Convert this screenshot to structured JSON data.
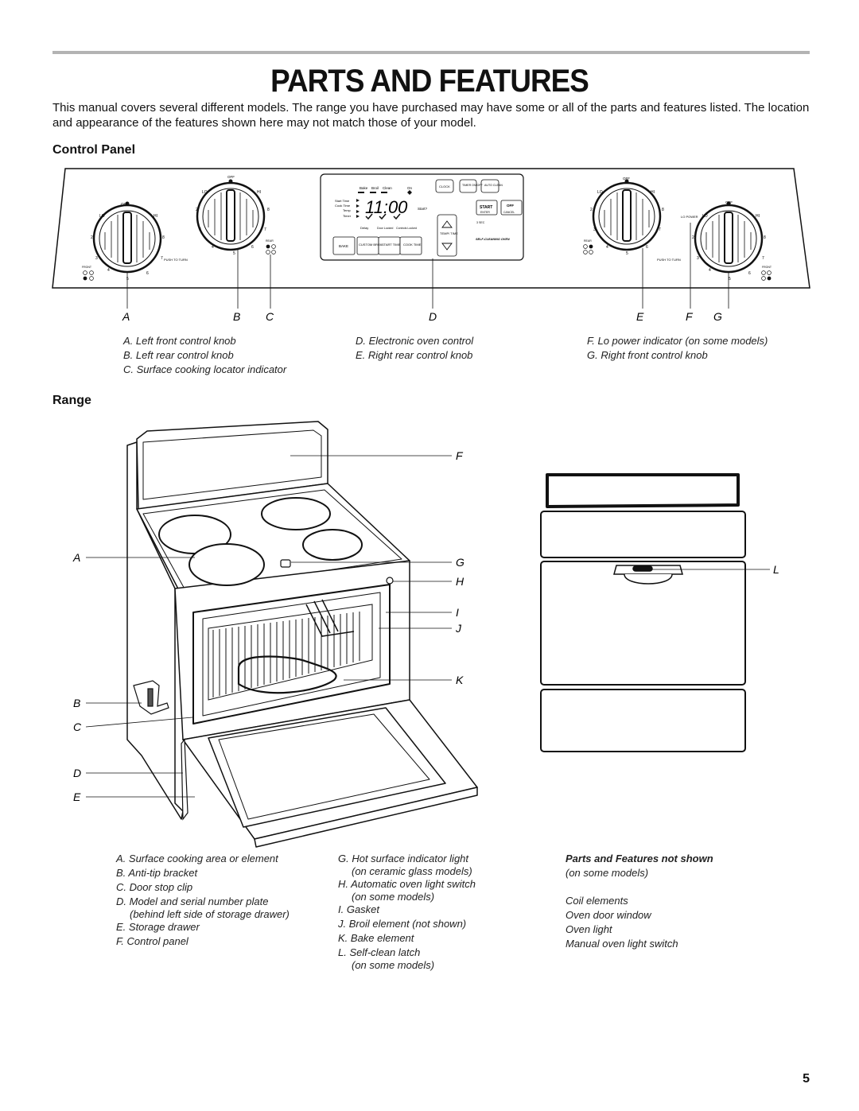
{
  "page": {
    "title": "PARTS AND FEATURES",
    "intro": "This manual covers several different models. The range you have purchased may have some or all of the parts and features listed. The location and appearance of the features shown here may not match those of your model.",
    "page_number": "5"
  },
  "control_panel": {
    "heading": "Control Panel",
    "callouts": [
      "A",
      "B",
      "C",
      "D",
      "E",
      "F",
      "G"
    ],
    "knob_labels": {
      "off": "OFF",
      "lo": "LO",
      "hi": "HI",
      "push_to_turn": "PUSH TO TURN",
      "front": "FRONT",
      "rear": "REAR",
      "lo_power": "LO POWER",
      "numbers": [
        "2",
        "3",
        "4",
        "5",
        "6",
        "7",
        "8"
      ]
    },
    "display": {
      "modes": [
        "Bake",
        "Broil",
        "Clean",
        "On"
      ],
      "left_labels": [
        "Start Time",
        "Cook Time",
        "Temp",
        "Timer"
      ],
      "time": "11:00",
      "start_prompt": "Start?",
      "bottom_labels": [
        "Delay",
        "Door Locked",
        "Controls Locked"
      ]
    },
    "buttons": {
      "clock": "CLOCK",
      "timer": "TIMER ON/OFF",
      "auto_clean": "AUTO CLEAN",
      "start": "START",
      "enter": "ENTER",
      "off": "OFF",
      "cancel": "CANCEL",
      "temp_time": "TEMP/ TIME",
      "bake": "BAKE",
      "custom_broil": "CUSTOM BROIL",
      "start_time": "START TIME",
      "cook_time": "COOK TIME",
      "self_cleaning": "SELF-CLEANING OVEN",
      "lock": "3 SEC"
    },
    "legend": {
      "col1": [
        "A. Left front control knob",
        "B. Left rear control knob",
        "C. Surface cooking locator indicator"
      ],
      "col2": [
        "D. Electronic oven control",
        "E. Right rear control knob"
      ],
      "col3": [
        "F. Lo power indicator (on some models)",
        "G. Right front control knob"
      ]
    }
  },
  "range": {
    "heading": "Range",
    "callouts_left": [
      "A",
      "B",
      "C",
      "D",
      "E"
    ],
    "callouts_right": [
      "F",
      "G",
      "H",
      "I",
      "J",
      "K",
      "L"
    ],
    "legend": {
      "col1": [
        "A. Surface cooking area or element",
        "B. Anti-tip bracket",
        "C. Door stop clip",
        "D. Model and serial number plate",
        "(behind left side of storage drawer)",
        "E. Storage drawer",
        "F. Control panel"
      ],
      "col2": [
        "G. Hot surface indicator light",
        "(on ceramic glass models)",
        "H. Automatic oven light switch",
        "(on some models)",
        "I. Gasket",
        "J. Broil element (not shown)",
        "K. Bake element",
        "L. Self-clean latch",
        "(on some models)"
      ],
      "not_shown_heading": "Parts and Features not shown",
      "not_shown_note": "(on some models)",
      "not_shown_items": [
        "Coil elements",
        "Oven door window",
        "Oven light",
        "Manual oven light switch"
      ]
    }
  }
}
